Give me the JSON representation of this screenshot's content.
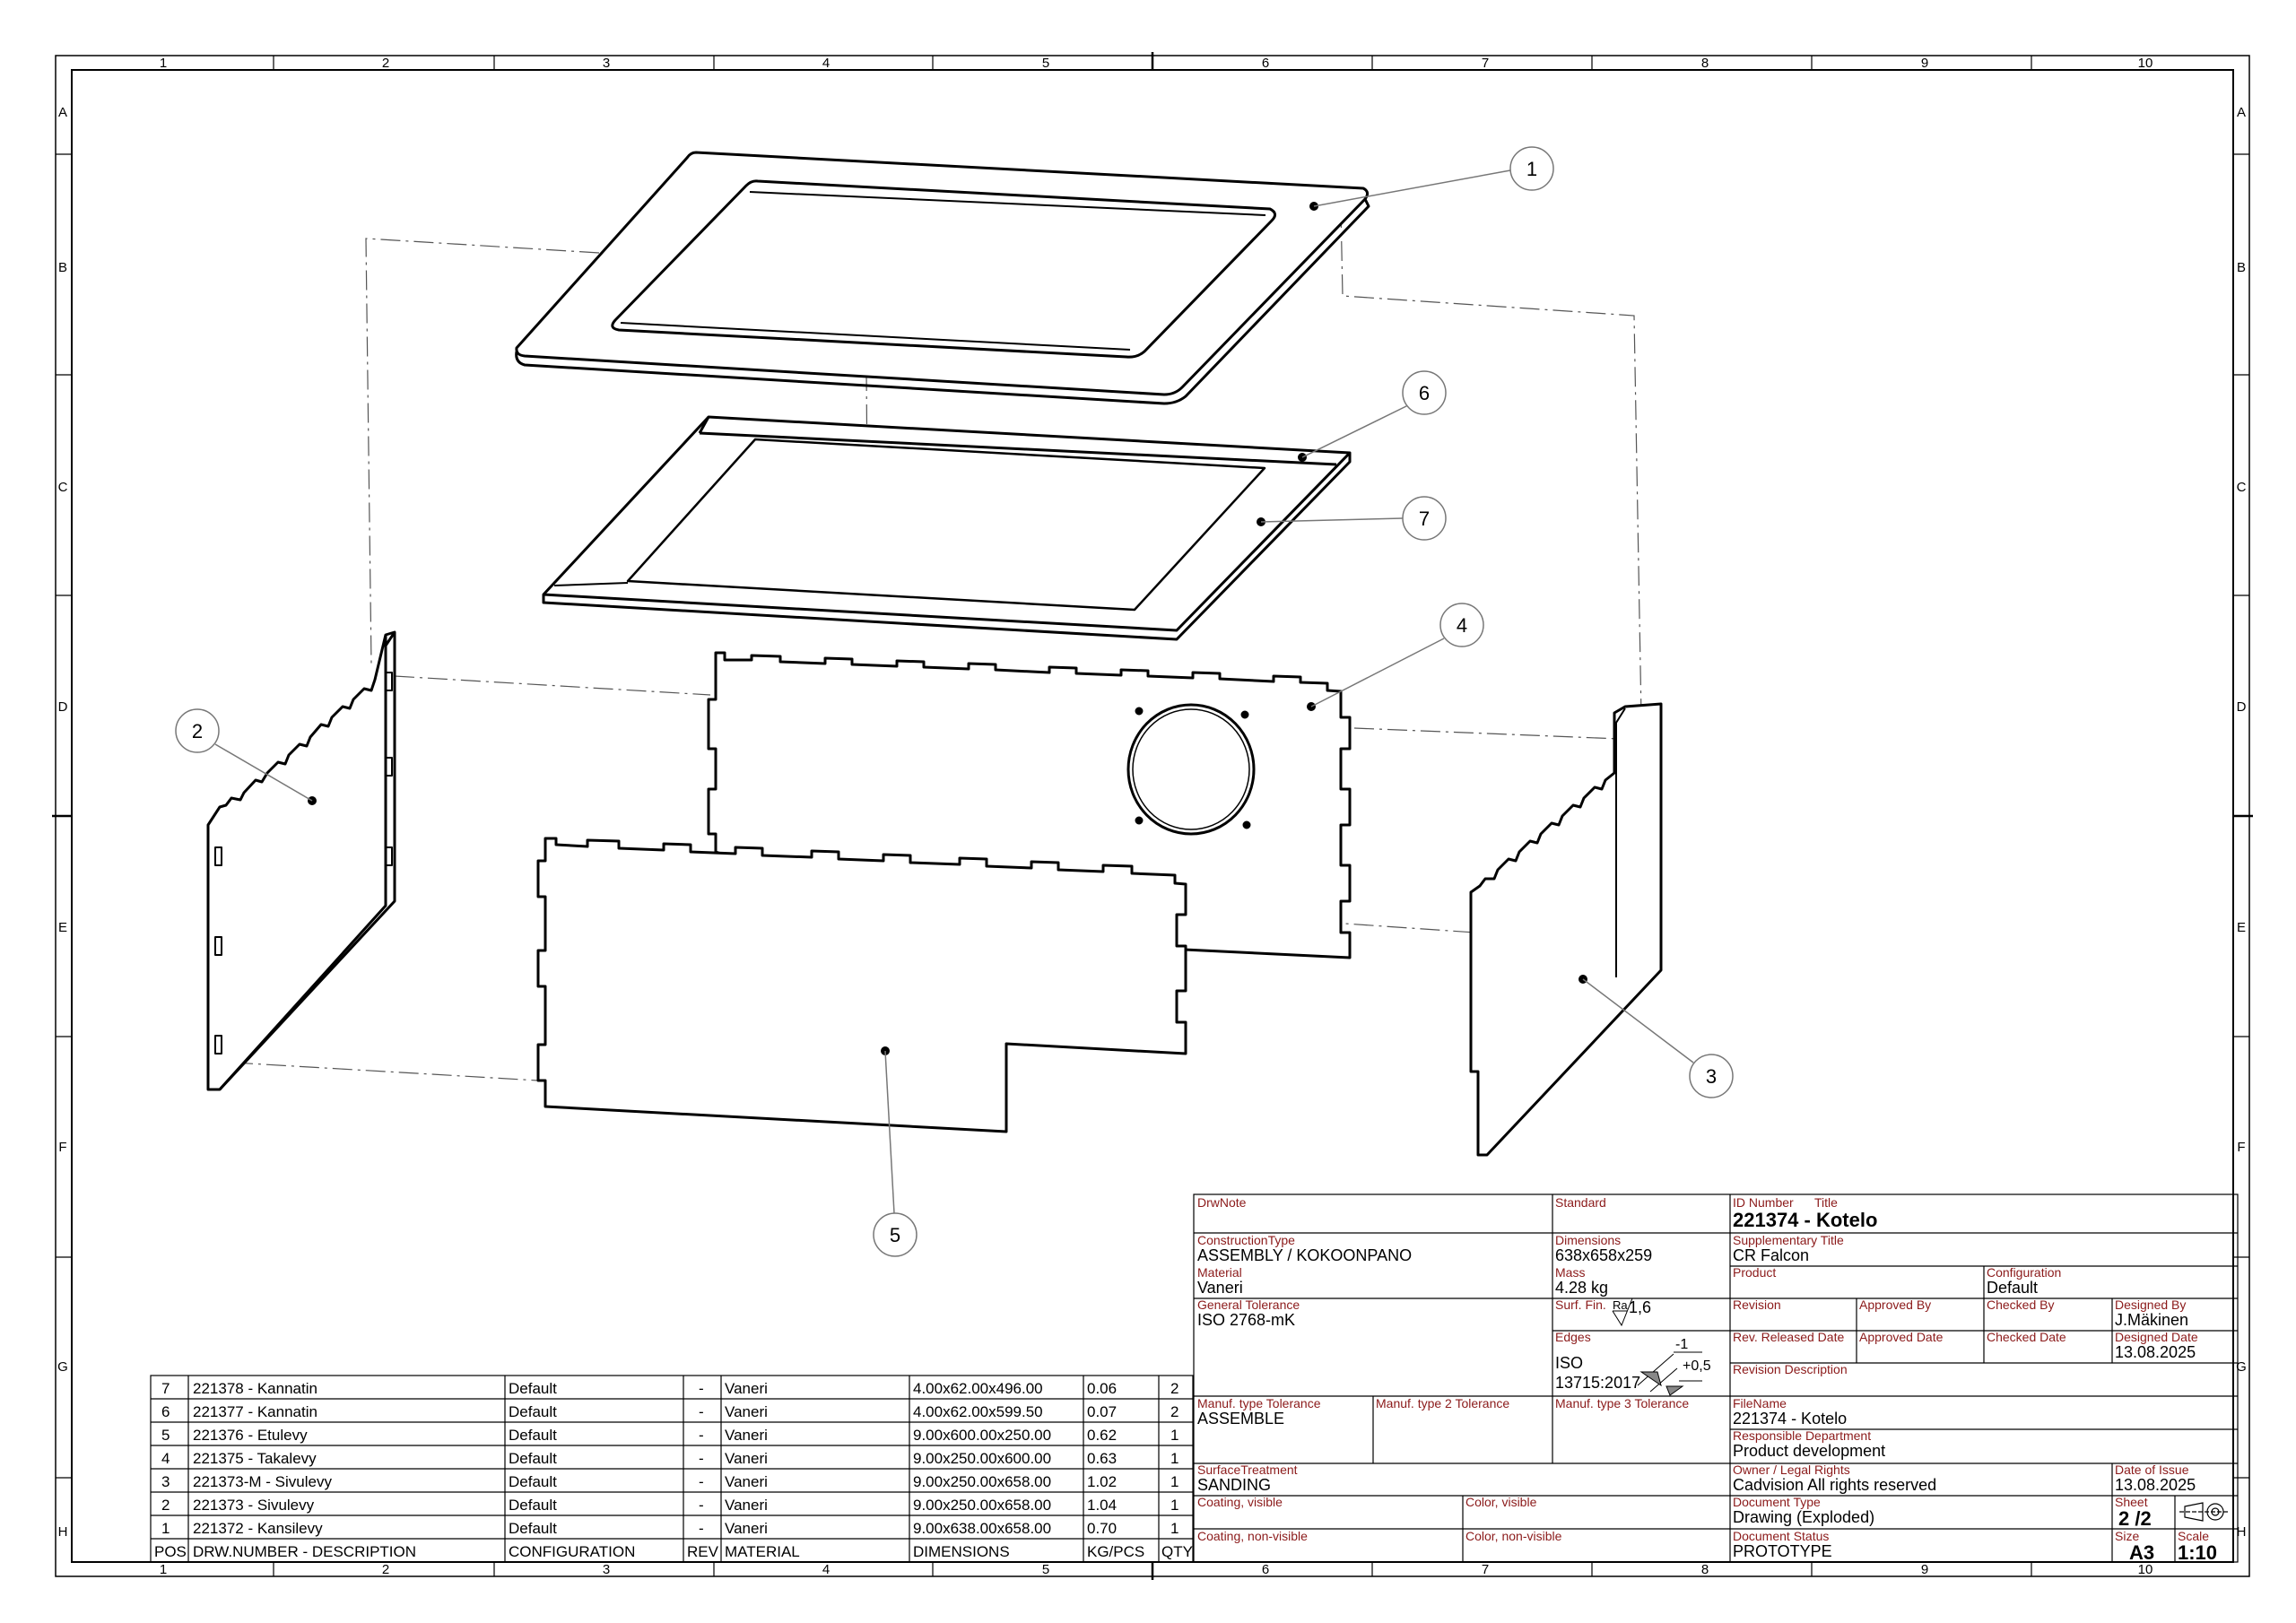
{
  "zones": {
    "columns": [
      "1",
      "2",
      "3",
      "4",
      "5",
      "6",
      "7",
      "8",
      "9",
      "10"
    ],
    "rows": [
      "A",
      "B",
      "C",
      "D",
      "E",
      "F",
      "G",
      "H"
    ]
  },
  "balloons": [
    {
      "label": "1"
    },
    {
      "label": "6"
    },
    {
      "label": "7"
    },
    {
      "label": "4"
    },
    {
      "label": "2"
    },
    {
      "label": "3"
    },
    {
      "label": "5"
    }
  ],
  "bom": {
    "header": [
      "POS",
      "DRW.NUMBER - DESCRIPTION",
      "CONFIGURATION",
      "REV",
      "MATERIAL",
      "DIMENSIONS",
      "KG/PCS",
      "QTY"
    ],
    "rows": [
      [
        "7",
        "221378 - Kannatin",
        "Default",
        "-",
        "Vaneri",
        "4.00x62.00x496.00",
        "0.06",
        "2"
      ],
      [
        "6",
        "221377 - Kannatin",
        "Default",
        "-",
        "Vaneri",
        "4.00x62.00x599.50",
        "0.07",
        "2"
      ],
      [
        "5",
        "221376 - Etulevy",
        "Default",
        "-",
        "Vaneri",
        "9.00x600.00x250.00",
        "0.62",
        "1"
      ],
      [
        "4",
        "221375 - Takalevy",
        "Default",
        "-",
        "Vaneri",
        "9.00x250.00x600.00",
        "0.63",
        "1"
      ],
      [
        "3",
        "221373-M - Sivulevy",
        "Default",
        "-",
        "Vaneri",
        "9.00x250.00x658.00",
        "1.02",
        "1"
      ],
      [
        "2",
        "221373 - Sivulevy",
        "Default",
        "-",
        "Vaneri",
        "9.00x250.00x658.00",
        "1.04",
        "1"
      ],
      [
        "1",
        "221372 - Kansilevy",
        "Default",
        "-",
        "Vaneri",
        "9.00x638.00x658.00",
        "0.70",
        "1"
      ]
    ]
  },
  "title_block": {
    "drwnote_label": "DrwNote",
    "standard_label": "Standard",
    "id_number_label": "ID Number",
    "title_label": "Title",
    "title_value": "221374 - Kotelo",
    "construction_type_label": "ConstructionType",
    "construction_type_value": "ASSEMBLY / KOKOONPANO",
    "dimensions_label": "Dimensions",
    "dimensions_value": "638x658x259",
    "supp_title_label": "Supplementary Title",
    "supp_title_value": "CR Falcon",
    "material_label": "Material",
    "material_value": "Vaneri",
    "mass_label": "Mass",
    "mass_value": "4.28 kg",
    "product_label": "Product",
    "configuration_label": "Configuration",
    "configuration_value": "Default",
    "general_tolerance_label": "General Tolerance",
    "general_tolerance_value": "ISO 2768-mK",
    "surf_fin_label": "Surf. Fin.",
    "surf_fin_ra": "Ra",
    "surf_fin_value": "1,6",
    "revision_label": "Revision",
    "approved_by_label": "Approved By",
    "checked_by_label": "Checked By",
    "designed_by_label": "Designed By",
    "designed_by_value": "J.Mäkinen",
    "edges_label": "Edges",
    "edges_value_1": "ISO",
    "edges_value_2": "13715:2017",
    "edges_tol_minus": "-1",
    "edges_tol_plus": "+0,5",
    "rev_released_date_label": "Rev. Released Date",
    "approved_date_label": "Approved Date",
    "checked_date_label": "Checked Date",
    "designed_date_label": "Designed Date",
    "designed_date_value": "13.08.2025",
    "revision_description_label": "Revision Description",
    "manuf1_label": "Manuf. type Tolerance",
    "manuf1_value": "ASSEMBLE",
    "manuf2_label": "Manuf. type 2 Tolerance",
    "manuf3_label": "Manuf. type 3 Tolerance",
    "filename_label": "FileName",
    "filename_value": "221374 - Kotelo",
    "responsible_dept_label": "Responsible Department",
    "responsible_dept_value": "Product development",
    "surface_treatment_label": "SurfaceTreatment",
    "surface_treatment_value": "SANDING",
    "owner_label": "Owner / Legal Rights",
    "owner_value": "Cadvision All rights reserved",
    "date_of_issue_label": "Date of Issue",
    "date_of_issue_value": "13.08.2025",
    "coating_visible_label": "Coating, visible",
    "color_visible_label": "Color, visible",
    "document_type_label": "Document Type",
    "document_type_value": "Drawing (Exploded)",
    "sheet_label": "Sheet",
    "sheet_value": "2 /2",
    "coating_nonvisible_label": "Coating, non-visible",
    "color_nonvisible_label": "Color, non-visible",
    "document_status_label": "Document Status",
    "document_status_value": "PROTOTYPE",
    "size_label": "Size",
    "size_value": "A3",
    "scale_label": "Scale",
    "scale_value": "1:10"
  }
}
